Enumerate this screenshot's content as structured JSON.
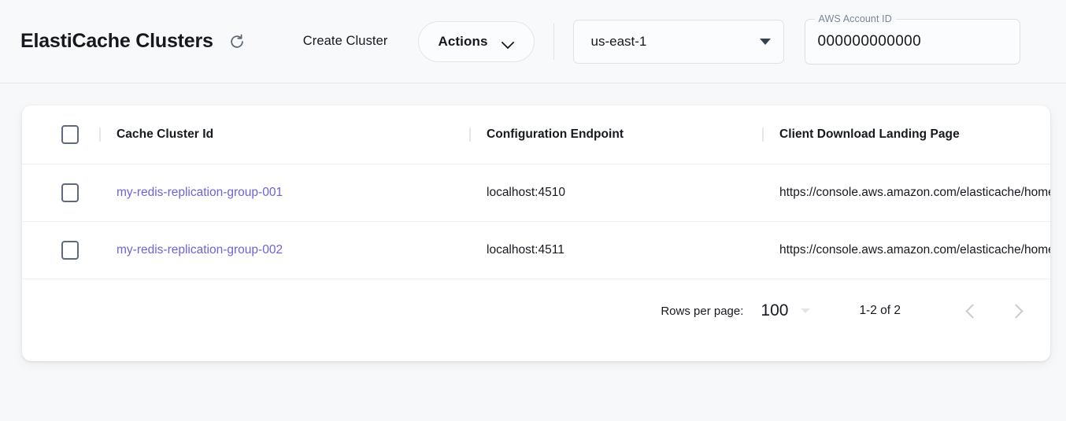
{
  "header": {
    "title": "ElastiCache Clusters",
    "refresh_icon": "refresh-icon",
    "create_cluster_label": "Create Cluster",
    "actions_label": "Actions",
    "actions_caret_icon": "chevron-down-icon",
    "region": {
      "value": "us-east-1",
      "caret_icon": "triangle-down-icon"
    },
    "account": {
      "label": "AWS Account ID",
      "value": "000000000000"
    }
  },
  "table": {
    "select_all_checkbox": "",
    "columns": [
      {
        "key": "checkbox",
        "label": ""
      },
      {
        "key": "cluster_id",
        "label": "Cache Cluster Id"
      },
      {
        "key": "config_endpoint",
        "label": "Configuration Endpoint"
      },
      {
        "key": "client_download",
        "label": "Client Download Landing Page"
      }
    ],
    "rows": [
      {
        "cluster_id": "my-redis-replication-group-001",
        "config_endpoint": "localhost:4510",
        "client_download": "https://console.aws.amazon.com/elasticache/home"
      },
      {
        "cluster_id": "my-redis-replication-group-002",
        "config_endpoint": "localhost:4511",
        "client_download": "https://console.aws.amazon.com/elasticache/home"
      }
    ]
  },
  "pagination": {
    "rows_per_page_label": "Rows per page:",
    "rows_per_page_value": "100",
    "rows_per_page_caret_icon": "triangle-down-icon",
    "range_label": "1-2 of 2",
    "prev_icon": "chevron-left-icon",
    "next_icon": "chevron-right-icon"
  },
  "colors": {
    "page_background": "#f7f8fa",
    "header_background": "#f8f9fb",
    "card_background": "#ffffff",
    "link": "#6c63d8",
    "text": "#16191f",
    "muted": "#7d8694",
    "border": "#e2e5ea"
  }
}
